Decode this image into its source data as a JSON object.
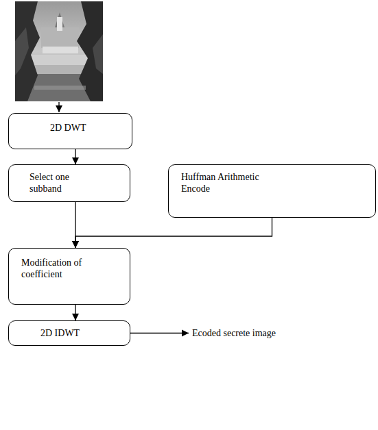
{
  "diagram": {
    "nodes": [
      {
        "text": [
          "2D DWT"
        ]
      },
      {
        "text": [
          "Select one subband"
        ]
      },
      {
        "text": [
          "Huffman Arithmetic Encode"
        ]
      },
      {
        "text": [
          "Modification of coefficient"
        ]
      },
      {
        "text": [
          "2D IDWT"
        ]
      }
    ],
    "edges": [
      {
        "from": 0,
        "to": 1,
        "arrow": "to"
      },
      {
        "from": 1,
        "to": 3,
        "arrow": "to"
      },
      {
        "from": 2,
        "to": 3,
        "arrow": "to"
      },
      {
        "from": 3,
        "to": 4,
        "arrow": "to"
      }
    ],
    "labels": [
      "Ecoded secrete image"
    ]
  }
}
